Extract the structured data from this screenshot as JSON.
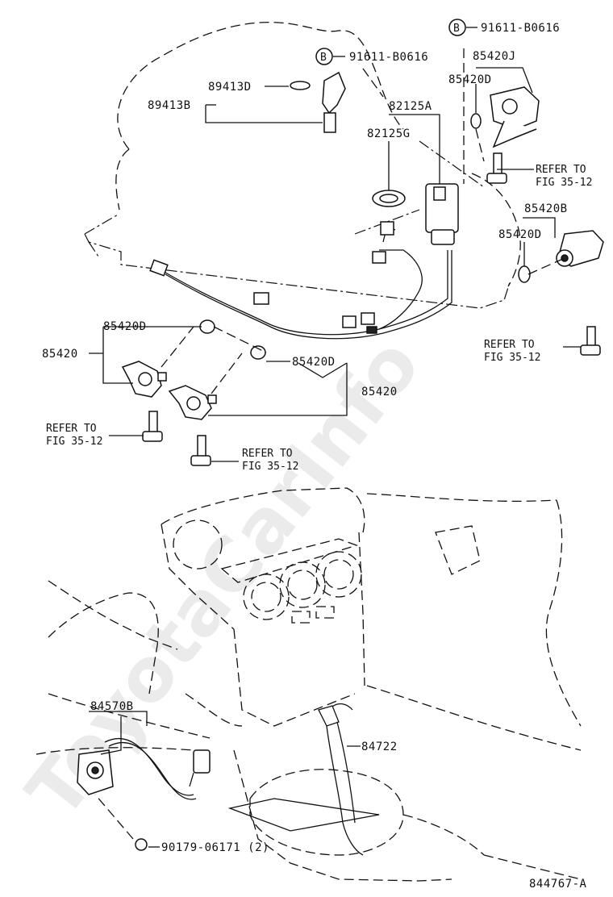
{
  "watermark": "ToyotaCarInfo",
  "callouts": {
    "p91611_top": "91611-B0616",
    "p91611_left": "91611-B0616",
    "p85420J": "85420J",
    "p85420D_top": "85420D",
    "p89413D": "89413D",
    "p89413B": "89413B",
    "p82125A": "82125A",
    "p82125G": "82125G",
    "p85420B": "85420B",
    "p85420D_right": "85420D",
    "p85420D_left": "85420D",
    "p85420_left": "85420",
    "p85420D_mid": "85420D",
    "p85420_mid": "85420",
    "p84570B": "84570B",
    "p84722": "84722",
    "p90179": "90179-06171 (2)",
    "diagram_id": "844767-A"
  },
  "bolt_marker": "B",
  "refer_notes": {
    "top_right_1": "REFER TO",
    "top_right_2": "FIG 35-12",
    "mid_right_1": "REFER TO",
    "mid_right_2": "FIG 35-12",
    "left_1": "REFER TO",
    "left_2": "FIG 35-12",
    "center_1": "REFER TO",
    "center_2": "FIG 35-12"
  }
}
